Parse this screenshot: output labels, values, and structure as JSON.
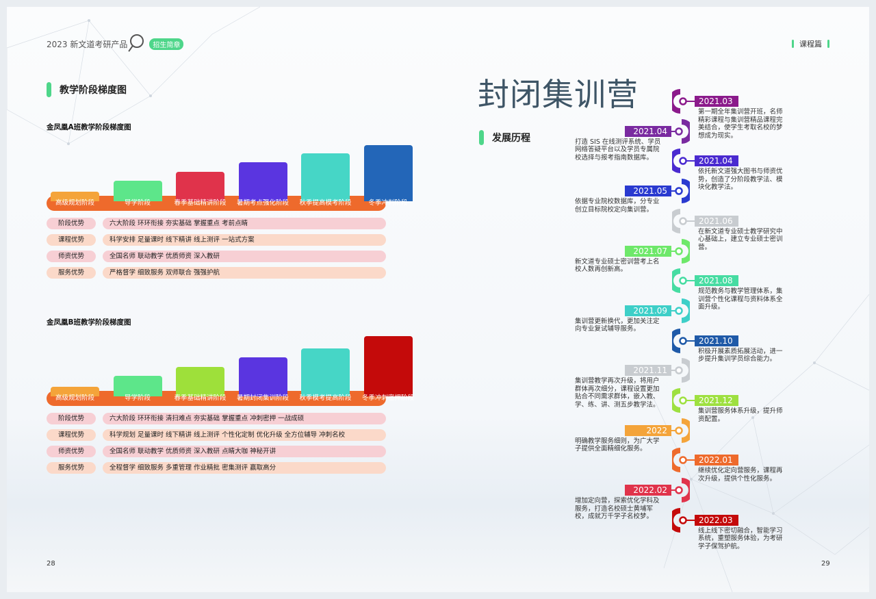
{
  "header": {
    "left_title": "2023 新文道考研产品",
    "left_tag": "招生简章",
    "right_title": "课程篇"
  },
  "left_page": {
    "section_title": "教学阶段梯度图",
    "page_number": "28",
    "charts": [
      {
        "subtitle": "金凤凰A班教学阶段梯度图",
        "stages": [
          {
            "label": "高级规划阶段",
            "color": "#f4a43a",
            "level": 1
          },
          {
            "label": "导学阶段",
            "color": "#5de68a",
            "level": 2
          },
          {
            "label": "春季基础精讲阶段",
            "color": "#e0334b",
            "level": 3
          },
          {
            "label": "暑期考点强化阶段",
            "color": "#5a35e0",
            "level": 4
          },
          {
            "label": "秋季提高模考阶段",
            "color": "#46d6c6",
            "level": 5
          },
          {
            "label": "冬季冲刺阶段",
            "color": "#2366b8",
            "level": 6
          }
        ],
        "advantages": [
          {
            "key": "阶段优势",
            "value": "六大阶段  环环衔接  夯实基础  掌握重点  考前点睛",
            "style": "pink"
          },
          {
            "key": "课程优势",
            "value": "科学安排  足量课时  线下精讲  线上测评  一站式方案",
            "style": "peach"
          },
          {
            "key": "师资优势",
            "value": "全国名师  联动教学  优质师资  深入教研",
            "style": "pink"
          },
          {
            "key": "服务优势",
            "value": "严格督学  细致服务  双师联合  强强护航",
            "style": "peach"
          }
        ]
      },
      {
        "subtitle": "金凤凰B班教学阶段梯度图",
        "stages": [
          {
            "label": "高级规划阶段",
            "color": "#f4a43a",
            "level": 1
          },
          {
            "label": "导学阶段",
            "color": "#5de68a",
            "level": 2
          },
          {
            "label": "春季基础精讲阶段",
            "color": "#9ee03a",
            "level": 3
          },
          {
            "label": "暑期封闭集训阶段",
            "color": "#5a35e0",
            "level": 4
          },
          {
            "label": "秋季模考提高阶段",
            "color": "#46d6c6",
            "level": 5
          },
          {
            "label": "冬季冲刺密押阶段",
            "color": "#c40a0a",
            "level": 6
          }
        ],
        "advantages": [
          {
            "key": "阶段优势",
            "value": "六大阶段  环环衔接  清扫难点  夯实基础  掌握重点  冲刺密押  一战成硕",
            "style": "pink"
          },
          {
            "key": "课程优势",
            "value": "科学规划  足量课时  线下精讲  线上测评  个性化定制  优化升级  全方位辅导  冲刺名校",
            "style": "peach"
          },
          {
            "key": "师资优势",
            "value": "全国名师  联动教学  优质师资  深入教研  点睛大咖  神秘开讲",
            "style": "pink"
          },
          {
            "key": "服务优势",
            "value": "全程督学  细致服务  多重管理  作业精批  密集测评  赢取高分",
            "style": "peach"
          }
        ]
      }
    ]
  },
  "right_page": {
    "big_title": "封闭集训营",
    "section_title": "发展历程",
    "page_number": "29",
    "timeline": [
      {
        "date": "2021.03",
        "side": "right",
        "color": "#8b1a8b",
        "text": "第一期全年集训营开班，名师精彩课程与集训营精品课程完美结合，使学生考取名校的梦想成为现实。"
      },
      {
        "date": "2021.04",
        "side": "left",
        "color": "#7a2aa0",
        "text": "打造 SIS 在线测评系统、学员网络答疑平台以及学员专属院校选择与报考指南数据库。"
      },
      {
        "date": "2021.04",
        "side": "right",
        "color": "#4a2ad0",
        "text": "依托新文道强大图书与师资优势，创造了分阶段教学法、模块化教学法。"
      },
      {
        "date": "2021.05",
        "side": "left",
        "color": "#2a3ad0",
        "text": "依据专业院校数据库，分专业创立目标院校定向集训营。"
      },
      {
        "date": "2021.06",
        "side": "right",
        "color": "#c8ccd0",
        "text": "在新文道专业硕士教学研究中心基础上，建立专业硕士密训营。"
      },
      {
        "date": "2021.07",
        "side": "left",
        "color": "#6ee86a",
        "text": "新文道专业硕士密训营考上名校人数再创新高。"
      },
      {
        "date": "2021.08",
        "side": "right",
        "color": "#46dca2",
        "text": "规范教务与教学管理体系，集训营个性化课程与资料体系全面升级。"
      },
      {
        "date": "2021.09",
        "side": "left",
        "color": "#3ecfc8",
        "text": "集训营更新换代，更加关注定向专业复试辅导服务。"
      },
      {
        "date": "2021.10",
        "side": "right",
        "color": "#1f5aa8",
        "text": "积极开展素质拓展活动，进一步提升集训学员综合能力。"
      },
      {
        "date": "2021.11",
        "side": "left",
        "color": "#c8ccd0",
        "text": "集训营教学再次升级，将用户群体再次细分，课程设置更加贴合不同需求群体，嵌入教、学、练、讲、测五步教学法。"
      },
      {
        "date": "2021.12",
        "side": "right",
        "color": "#9ee040",
        "text": "集训营服务体系升级，提升师资配置。"
      },
      {
        "date": "2022",
        "side": "left",
        "color": "#f4a43a",
        "text": "明确教学服务细则，为广大学子提供全面精细化服务。"
      },
      {
        "date": "2022.01",
        "side": "right",
        "color": "#ee6a2c",
        "text": "继续优化定向营服务，课程再次升级，提供个性化服务。"
      },
      {
        "date": "2022.02",
        "side": "left",
        "color": "#e0334b",
        "text": "增加定向营，探索优化学科及服务，打造名校硕士黄埔军校，成就万千学子名校梦。"
      },
      {
        "date": "2022.03",
        "side": "right",
        "color": "#c40a0a",
        "text": "线上线下密切融合，智能学习系统，重塑服务体验，为考研学子保驾护航。"
      }
    ]
  }
}
